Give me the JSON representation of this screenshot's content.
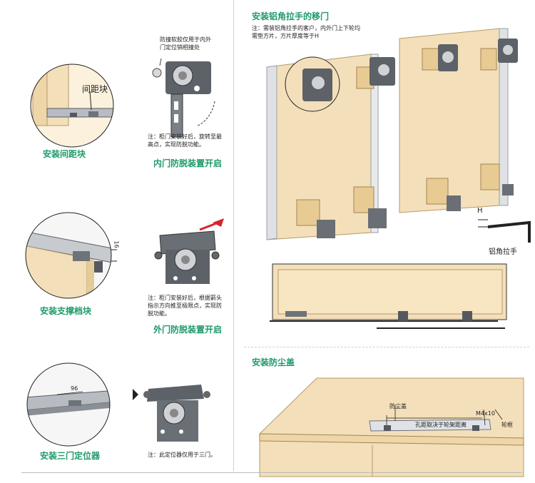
{
  "left_column": {
    "step1": {
      "callout": "间距块",
      "caption": "安装间距块"
    },
    "step2": {
      "note_top": "防撞软胶仅用于内外门定位销相撞处",
      "note": "注：柜门安装好后，旋转至最高点，实现防脱功能。",
      "caption": "内门防脱装置开启"
    },
    "step3": {
      "caption": "安装支撑档块",
      "dim": "16"
    },
    "step4": {
      "note": "注：柜门安装好后，根据箭头指示方向推至极限点，实现防脱功能。",
      "caption": "外门防脱装置开启"
    },
    "step5": {
      "caption": "安装三门定位器",
      "dim": "96",
      "note": "注：此定位器仅用于三门。"
    }
  },
  "right_column": {
    "section1_title": "安装铝角拉手的移门",
    "section1_note": "注：需装铝角拉手的客户，内外门上下轮均需垫方片，方片厚度等于H",
    "h_label": "H",
    "handle_label": "铝角拉手",
    "section2_title": "安装防尘盖",
    "dust_cover_label": "防尘盖",
    "screw_label": "M4x10",
    "distance_label": "孔距取决于轮架距离",
    "wheel_label": "轮框"
  },
  "colors": {
    "accent_green": "#1f9a6a",
    "wood": "#f3dfb9",
    "metal": "#6e737a",
    "arrow_red": "#d6262b"
  }
}
